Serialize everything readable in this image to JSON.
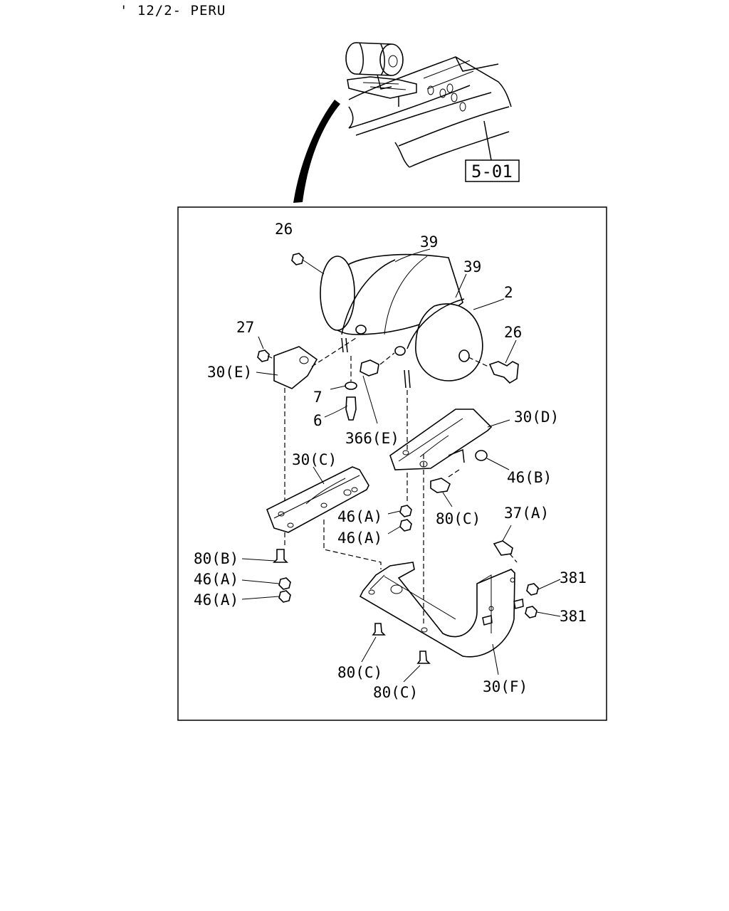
{
  "header": {
    "code": "' 12/2- PERU"
  },
  "reference": {
    "box_label": "5-01"
  },
  "callouts": [
    {
      "id": "c26a",
      "text": "26"
    },
    {
      "id": "c39a",
      "text": "39"
    },
    {
      "id": "c39b",
      "text": "39"
    },
    {
      "id": "c2",
      "text": "2"
    },
    {
      "id": "c26b",
      "text": "26"
    },
    {
      "id": "c27",
      "text": "27"
    },
    {
      "id": "c30e",
      "text": "30(E)"
    },
    {
      "id": "c7",
      "text": "7"
    },
    {
      "id": "c6",
      "text": "6"
    },
    {
      "id": "c366e",
      "text": "366(E)"
    },
    {
      "id": "c30d",
      "text": "30(D)"
    },
    {
      "id": "c46b",
      "text": "46(B)"
    },
    {
      "id": "c30c",
      "text": "30(C)"
    },
    {
      "id": "c46a1",
      "text": "46(A)"
    },
    {
      "id": "c46a2",
      "text": "46(A)"
    },
    {
      "id": "c80c1",
      "text": "80(C)"
    },
    {
      "id": "c37a",
      "text": "37(A)"
    },
    {
      "id": "c80b",
      "text": "80(B)"
    },
    {
      "id": "c46a3",
      "text": "46(A)"
    },
    {
      "id": "c46a4",
      "text": "46(A)"
    },
    {
      "id": "c381a",
      "text": "381"
    },
    {
      "id": "c381b",
      "text": "381"
    },
    {
      "id": "c80c2",
      "text": "80(C)"
    },
    {
      "id": "c80c3",
      "text": "80(C)"
    },
    {
      "id": "c30f",
      "text": "30(F)"
    }
  ]
}
